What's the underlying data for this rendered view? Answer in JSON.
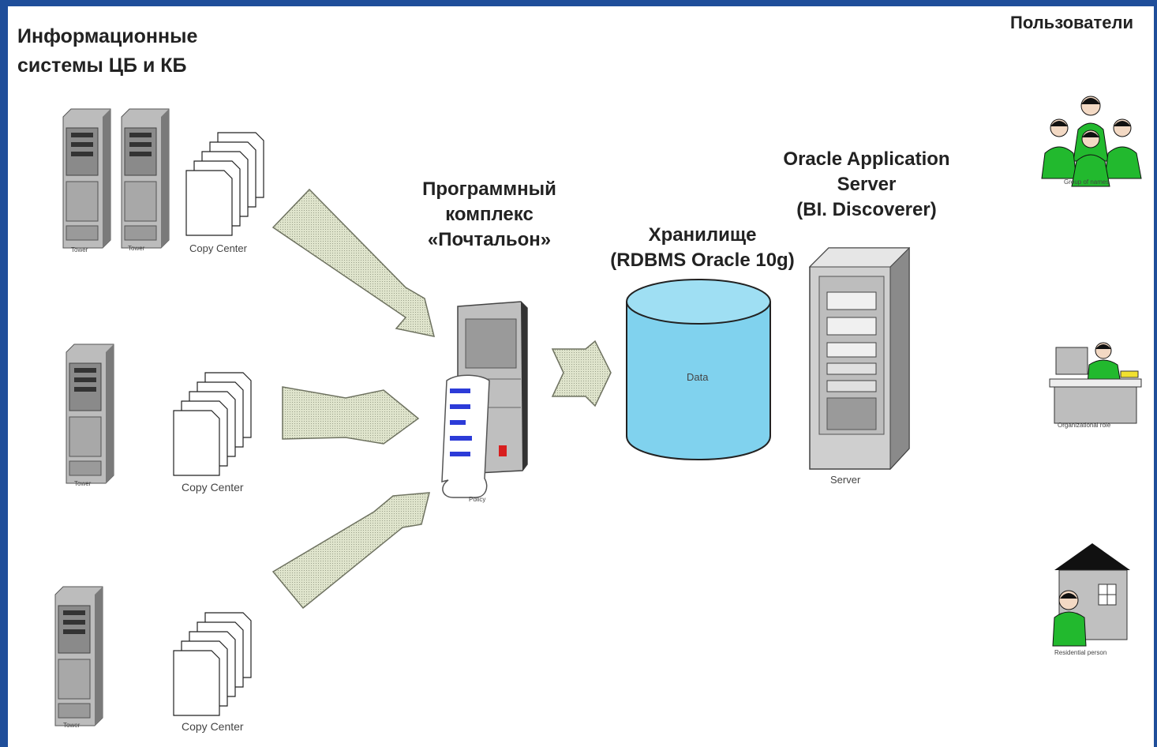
{
  "diagram": {
    "left_title": "Информационные\nсистемы ЦБ и КБ",
    "right_title": "Пользователи",
    "postman": "Программный\nкомплекс\n«Почтальон»",
    "storage": "Хранилище\n(RDBMS Oracle 10g)",
    "app_server": "Oracle Application\nServer\n(BI. Discoverer)",
    "copy_center": "Copy Center",
    "server_label": "Server",
    "data_label": "Data",
    "policy_label": "Policy",
    "tower_label": "Tower",
    "users": {
      "group": "Group of names",
      "org": "Organizational role",
      "resident": "Residential person"
    },
    "colors": {
      "background": "#1f4e9a",
      "arrow_fill": "#dfe4cc",
      "cylinder": "#7fd3ee",
      "person": "#22b92e"
    }
  }
}
